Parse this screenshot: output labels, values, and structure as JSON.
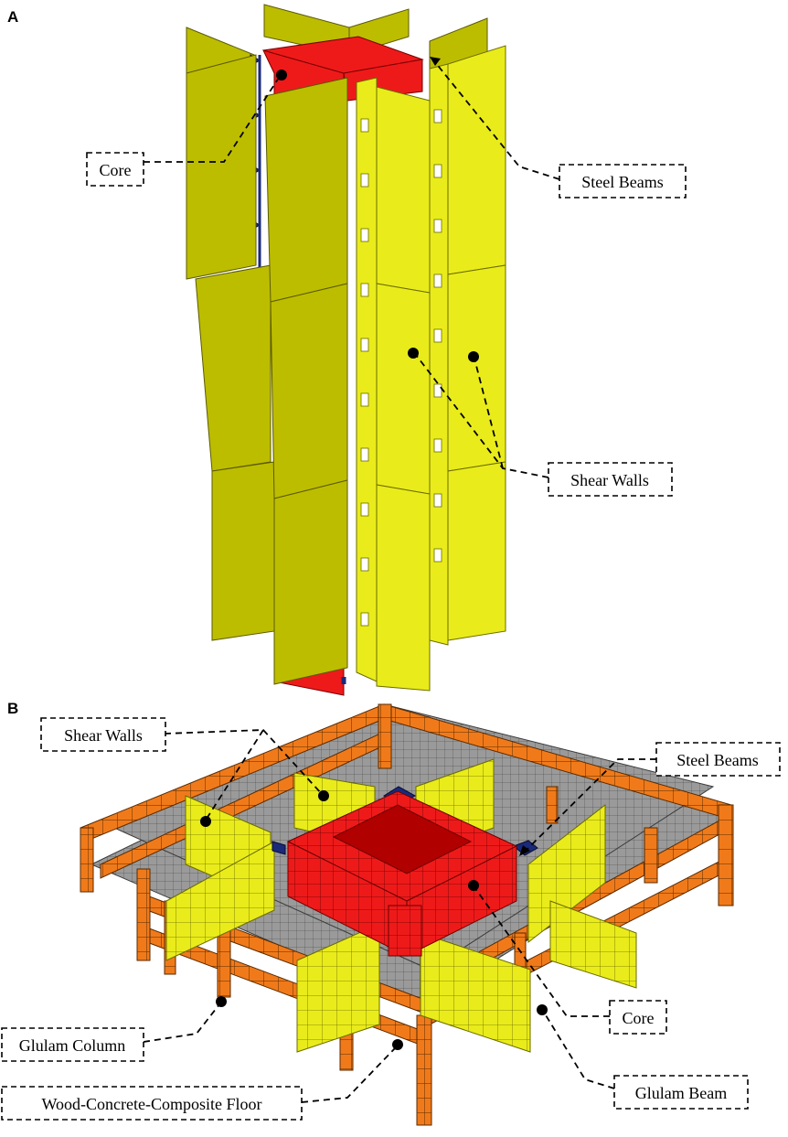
{
  "panels": [
    {
      "id": "A",
      "letter": "A",
      "callouts": [
        {
          "label": "Core"
        },
        {
          "label": "Steel Beams"
        },
        {
          "label": "Shear Walls"
        }
      ]
    },
    {
      "id": "B",
      "letter": "B",
      "callouts": [
        {
          "label": "Shear Walls"
        },
        {
          "label": "Steel Beams"
        },
        {
          "label": "Core"
        },
        {
          "label": "Glulam Column"
        },
        {
          "label": "Glulam Beam"
        },
        {
          "label": "Wood-Concrete-Composite Floor"
        }
      ]
    }
  ],
  "colors": {
    "shear_walls": "#e9ec1a",
    "core": "#ee1a1a",
    "steel_beams": "#1a2a7a",
    "glulam": "#f07a1a",
    "floor": "#9a9a9a"
  }
}
